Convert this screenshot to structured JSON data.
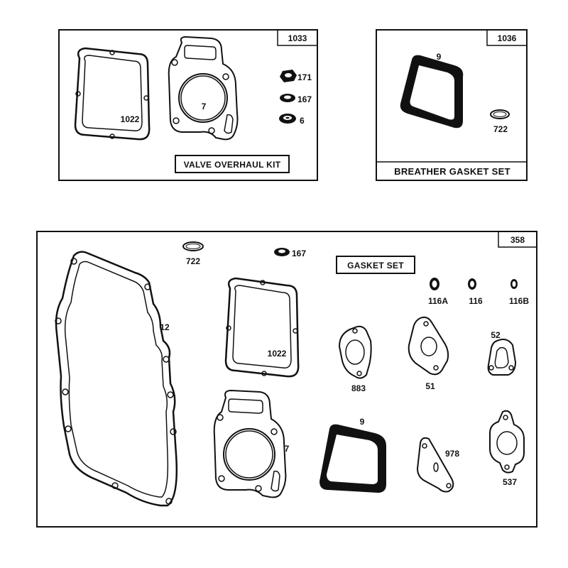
{
  "kits": {
    "valve": {
      "number": "1033",
      "title": "VALVE OVERHAUL KIT"
    },
    "breather": {
      "number": "1036",
      "title": "BREATHER GASKET SET"
    },
    "gasket": {
      "number": "358",
      "title": "GASKET SET"
    }
  },
  "labels": {
    "valve_cover_gasket": "1022",
    "valve_head_gasket": "7",
    "valve_nut": "171",
    "valve_seal": "167",
    "valve_retainer": "6",
    "breather_gasket": "9",
    "breather_oring": "722",
    "set_oring": "722",
    "set_seal": "167",
    "crankcase_gasket": "12",
    "set_cover_gasket": "1022",
    "set_head_gasket": "7",
    "gasket_883": "883",
    "gasket_51": "51",
    "gasket_52": "52",
    "washer_116a": "116A",
    "washer_116": "116",
    "washer_116b": "116B",
    "set_breather_gasket": "9",
    "plate_978": "978",
    "gasket_537": "537"
  }
}
